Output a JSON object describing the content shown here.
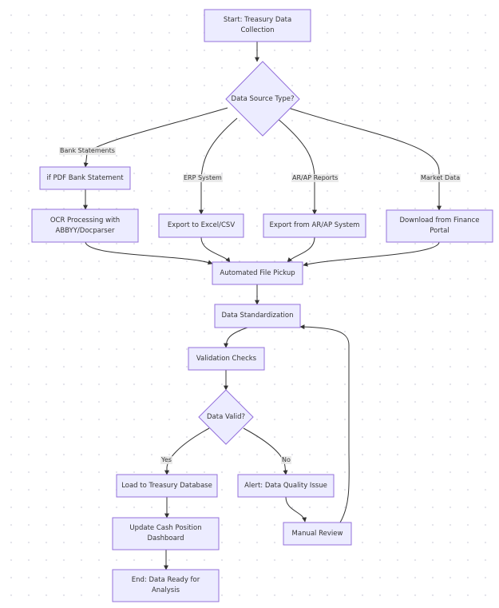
{
  "diagram": {
    "nodes": {
      "start": "Start: Treasury Data\nCollection",
      "source_type": "Data Source Type?",
      "if_pdf": "if PDF Bank Statement",
      "ocr": "OCR Processing with\nABBYY/Docparser",
      "export_excel": "Export to Excel/CSV",
      "export_arap": "Export from AR/AP System",
      "download_portal": "Download from Finance\nPortal",
      "file_pickup": "Automated File Pickup",
      "standardization": "Data Standardization",
      "validation": "Validation Checks",
      "data_valid": "Data Valid?",
      "load_db": "Load to Treasury Database",
      "alert": "Alert: Data Quality Issue",
      "update_dashboard": "Update Cash Position\nDashboard",
      "manual_review": "Manual Review",
      "end": "End: Data Ready for\nAnalysis"
    },
    "edge_labels": {
      "bank_statements": "Bank Statements",
      "erp_system": "ERP System",
      "arap_reports": "AR/AP Reports",
      "market_data": "Market Data",
      "yes": "Yes",
      "no": "No"
    }
  }
}
